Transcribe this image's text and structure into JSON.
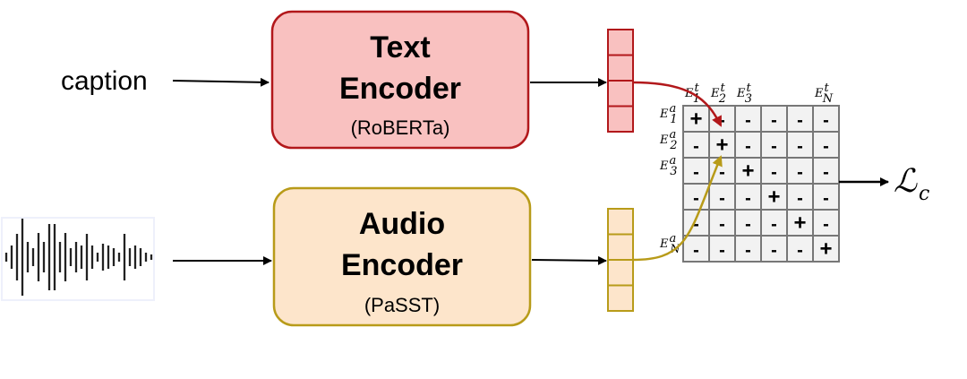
{
  "input_text": "caption",
  "text_encoder": {
    "title_line1": "Text",
    "title_line2": "Encoder",
    "model": "(RoBERTa)",
    "fill": "#f9c1c0",
    "stroke": "#b2181b"
  },
  "audio_encoder": {
    "title_line1": "Audio",
    "title_line2": "Encoder",
    "model": "(PaSST)",
    "fill": "#fde5cb",
    "stroke": "#b89b19"
  },
  "matrix": {
    "col_labels": [
      {
        "base": "E",
        "sup": "t",
        "sub": "1"
      },
      {
        "base": "E",
        "sup": "t",
        "sub": "2"
      },
      {
        "base": "E",
        "sup": "t",
        "sub": "3"
      },
      null,
      null,
      {
        "base": "E",
        "sup": "t",
        "sub": "N"
      }
    ],
    "row_labels": [
      {
        "base": "E",
        "sup": "a",
        "sub": "1"
      },
      {
        "base": "E",
        "sup": "a",
        "sub": "2"
      },
      {
        "base": "E",
        "sup": "a",
        "sub": "3"
      },
      null,
      null,
      {
        "base": "E",
        "sup": "a",
        "sub": "N"
      }
    ],
    "cells": [
      [
        "+",
        "-",
        "-",
        "-",
        "-",
        "-"
      ],
      [
        "-",
        "+",
        "-",
        "-",
        "-",
        "-"
      ],
      [
        "-",
        "-",
        "+",
        "-",
        "-",
        "-"
      ],
      [
        "-",
        "-",
        "-",
        "+",
        "-",
        "-"
      ],
      [
        "-",
        "-",
        "-",
        "-",
        "+",
        "-"
      ],
      [
        "-",
        "-",
        "-",
        "-",
        "-",
        "+"
      ]
    ]
  },
  "loss": {
    "symbol": "ℒ",
    "sub": "c"
  }
}
